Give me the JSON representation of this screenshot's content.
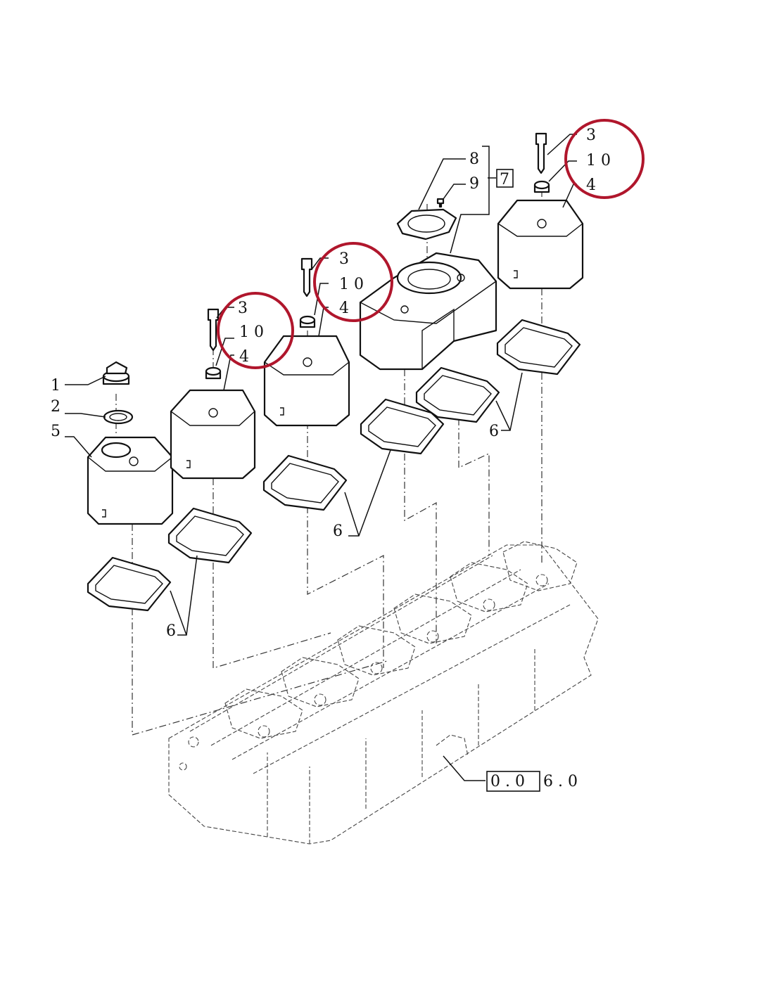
{
  "callouts": {
    "cap_1": "1",
    "washer_2": "2",
    "cover_5": "5",
    "screw_3_a": "3",
    "spacer_10_a": "1 0",
    "ring_4_a": "4",
    "screw_3_b": "3",
    "spacer_10_b": "1 0",
    "ring_4_b": "4",
    "screw_3_c": "3",
    "spacer_10_c": "1 0",
    "ring_4_c": "4",
    "ring_8": "8",
    "screw_9": "9",
    "kit_7": "7",
    "gasket_6_a": "6",
    "gasket_6_b": "6",
    "gasket_6_c": "6",
    "ref_box": "0 . 0",
    "ref_rest": "6 . 0"
  },
  "highlight_color": "#b0162c"
}
